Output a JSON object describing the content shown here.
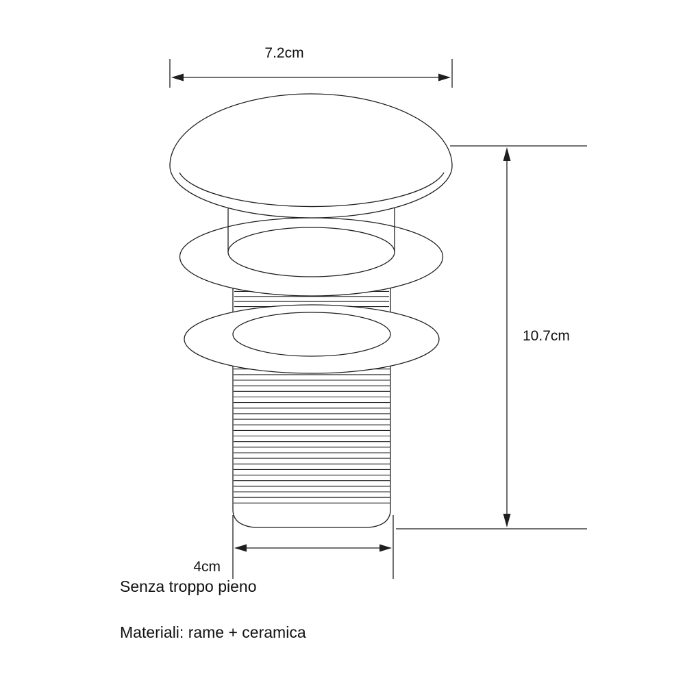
{
  "diagram": {
    "colors": {
      "line": "#1f1f1f",
      "text": "#111111",
      "background": "#ffffff"
    },
    "dimensions": {
      "cap_diameter": "7.2cm",
      "total_height": "10.7cm",
      "thread_diameter": "4cm"
    },
    "notes": {
      "overflow": "Senza troppo pieno",
      "materials": "Materiali: rame + ceramica"
    }
  }
}
